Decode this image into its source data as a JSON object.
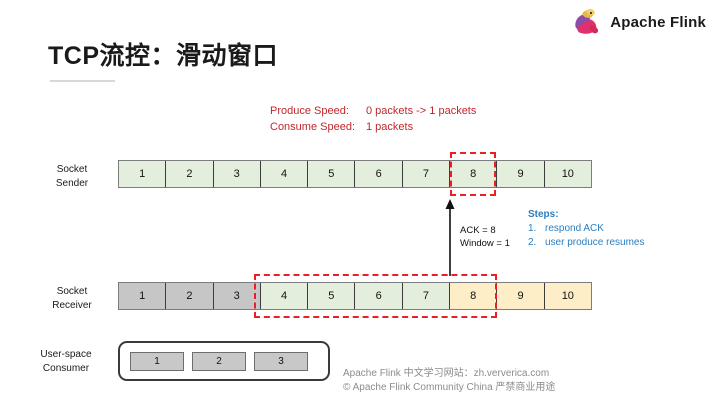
{
  "brand": {
    "name": "Apache Flink",
    "logo_icon": "flink-squirrel-logo"
  },
  "title": "TCP流控：滑动窗口",
  "speed": {
    "produce_label": "Produce Speed:",
    "produce_value": "0 packets -> 1 packets",
    "consume_label": "Consume Speed:",
    "consume_value": "1 packets",
    "color": "#c0272d"
  },
  "rows": {
    "sender": {
      "label_line1": "Socket",
      "label_line2": "Sender",
      "cells": [
        {
          "n": "1",
          "state": "green"
        },
        {
          "n": "2",
          "state": "green"
        },
        {
          "n": "3",
          "state": "green"
        },
        {
          "n": "4",
          "state": "green"
        },
        {
          "n": "5",
          "state": "green"
        },
        {
          "n": "6",
          "state": "green"
        },
        {
          "n": "7",
          "state": "green"
        },
        {
          "n": "8",
          "state": "green"
        },
        {
          "n": "9",
          "state": "green"
        },
        {
          "n": "10",
          "state": "green"
        }
      ],
      "highlight": {
        "from": "8",
        "to": "8"
      }
    },
    "receiver": {
      "label_line1": "Socket",
      "label_line2": "Receiver",
      "cells": [
        {
          "n": "1",
          "state": "grey"
        },
        {
          "n": "2",
          "state": "grey"
        },
        {
          "n": "3",
          "state": "grey"
        },
        {
          "n": "4",
          "state": "green"
        },
        {
          "n": "5",
          "state": "green"
        },
        {
          "n": "6",
          "state": "green"
        },
        {
          "n": "7",
          "state": "green"
        },
        {
          "n": "8",
          "state": "orange"
        },
        {
          "n": "9",
          "state": "orange"
        },
        {
          "n": "10",
          "state": "orange"
        }
      ],
      "highlight": {
        "from": "4",
        "to": "8"
      }
    },
    "consumer": {
      "label_line1": "User-space",
      "label_line2": "Consumer",
      "cells": [
        {
          "n": "1"
        },
        {
          "n": "2"
        },
        {
          "n": "3"
        }
      ]
    }
  },
  "ack": {
    "arrow_direction": "up",
    "line1": "ACK = 8",
    "line2": "Window = 1"
  },
  "steps": {
    "title": "Steps:",
    "items": [
      {
        "num": "1.",
        "text": "respond ACK"
      },
      {
        "num": "2.",
        "text": "user produce resumes"
      }
    ],
    "color": "#2a7ec1"
  },
  "footer": {
    "line1": "Apache Flink 中文学习网站：zh.ververica.com",
    "line2": "© Apache Flink Community China 严禁商业用途"
  },
  "colors": {
    "green": "#e3efdc",
    "grey": "#c6c6c6",
    "orange": "#fdeec8",
    "dashed": "#ec2024"
  }
}
